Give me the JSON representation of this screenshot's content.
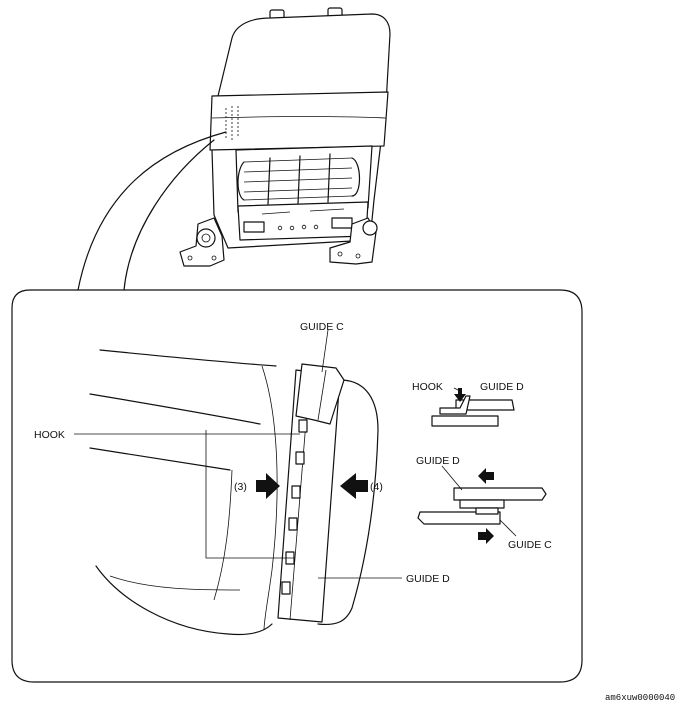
{
  "labels": {
    "guide_c_top": "GUIDE C",
    "hook_left": "HOOK",
    "step_3": "(3)",
    "step_4": "(4)",
    "guide_d_bottom": "GUIDE D",
    "detail_hook": "HOOK",
    "detail_guide_d_1": "GUIDE D",
    "detail_guide_d_2": "GUIDE D",
    "detail_guide_c": "GUIDE C"
  },
  "reference_code": "am6xuw0000040"
}
